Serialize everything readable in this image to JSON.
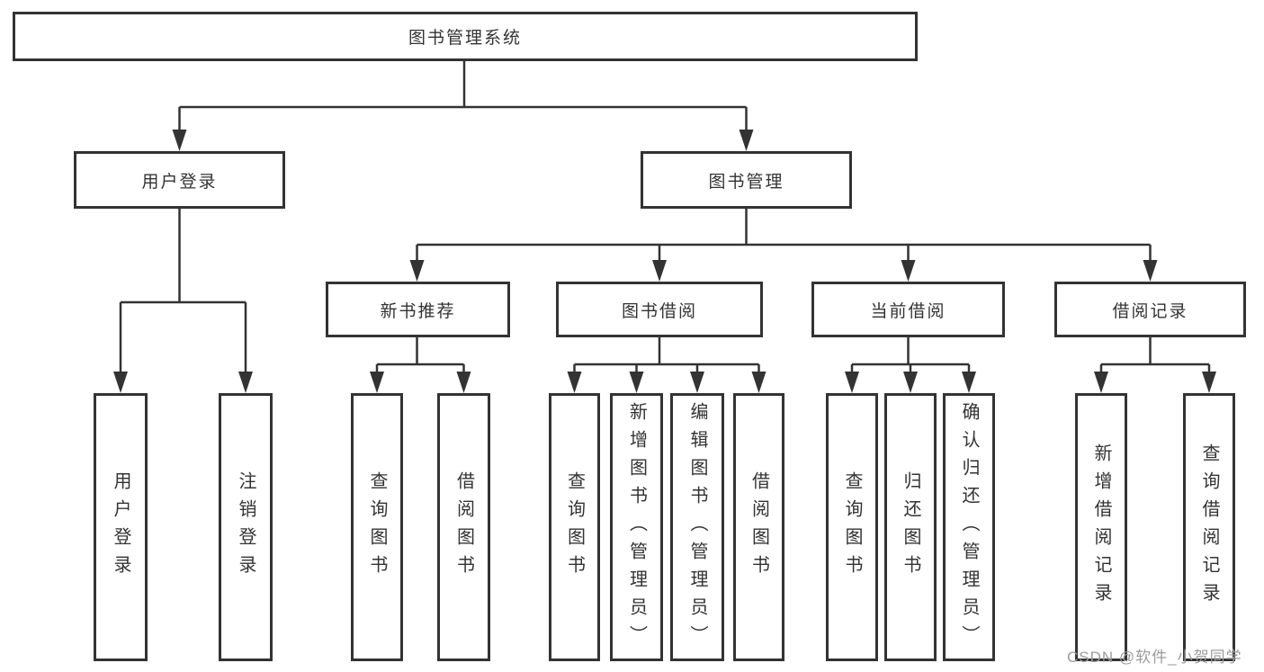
{
  "tree": {
    "root": {
      "label": "图书管理系统"
    },
    "branches": [
      {
        "label": "用户登录",
        "children": [
          "用户登录",
          "注销登录"
        ]
      },
      {
        "label": "图书管理",
        "groups": [
          {
            "label": "新书推荐",
            "children": [
              "查询图书",
              "借阅图书"
            ]
          },
          {
            "label": "图书借阅",
            "children": [
              "查询图书",
              "新增图书（管理员）",
              "编辑图书（管理员）",
              "借阅图书"
            ]
          },
          {
            "label": "当前借阅",
            "children": [
              "查询图书",
              "归还图书",
              "确认归还（管理员）"
            ]
          },
          {
            "label": "借阅记录",
            "children": [
              "新增借阅记录",
              "查询借阅记录"
            ]
          }
        ]
      }
    ]
  },
  "line_color": "#333333",
  "watermark": "CSDN @软件_小贺同学"
}
